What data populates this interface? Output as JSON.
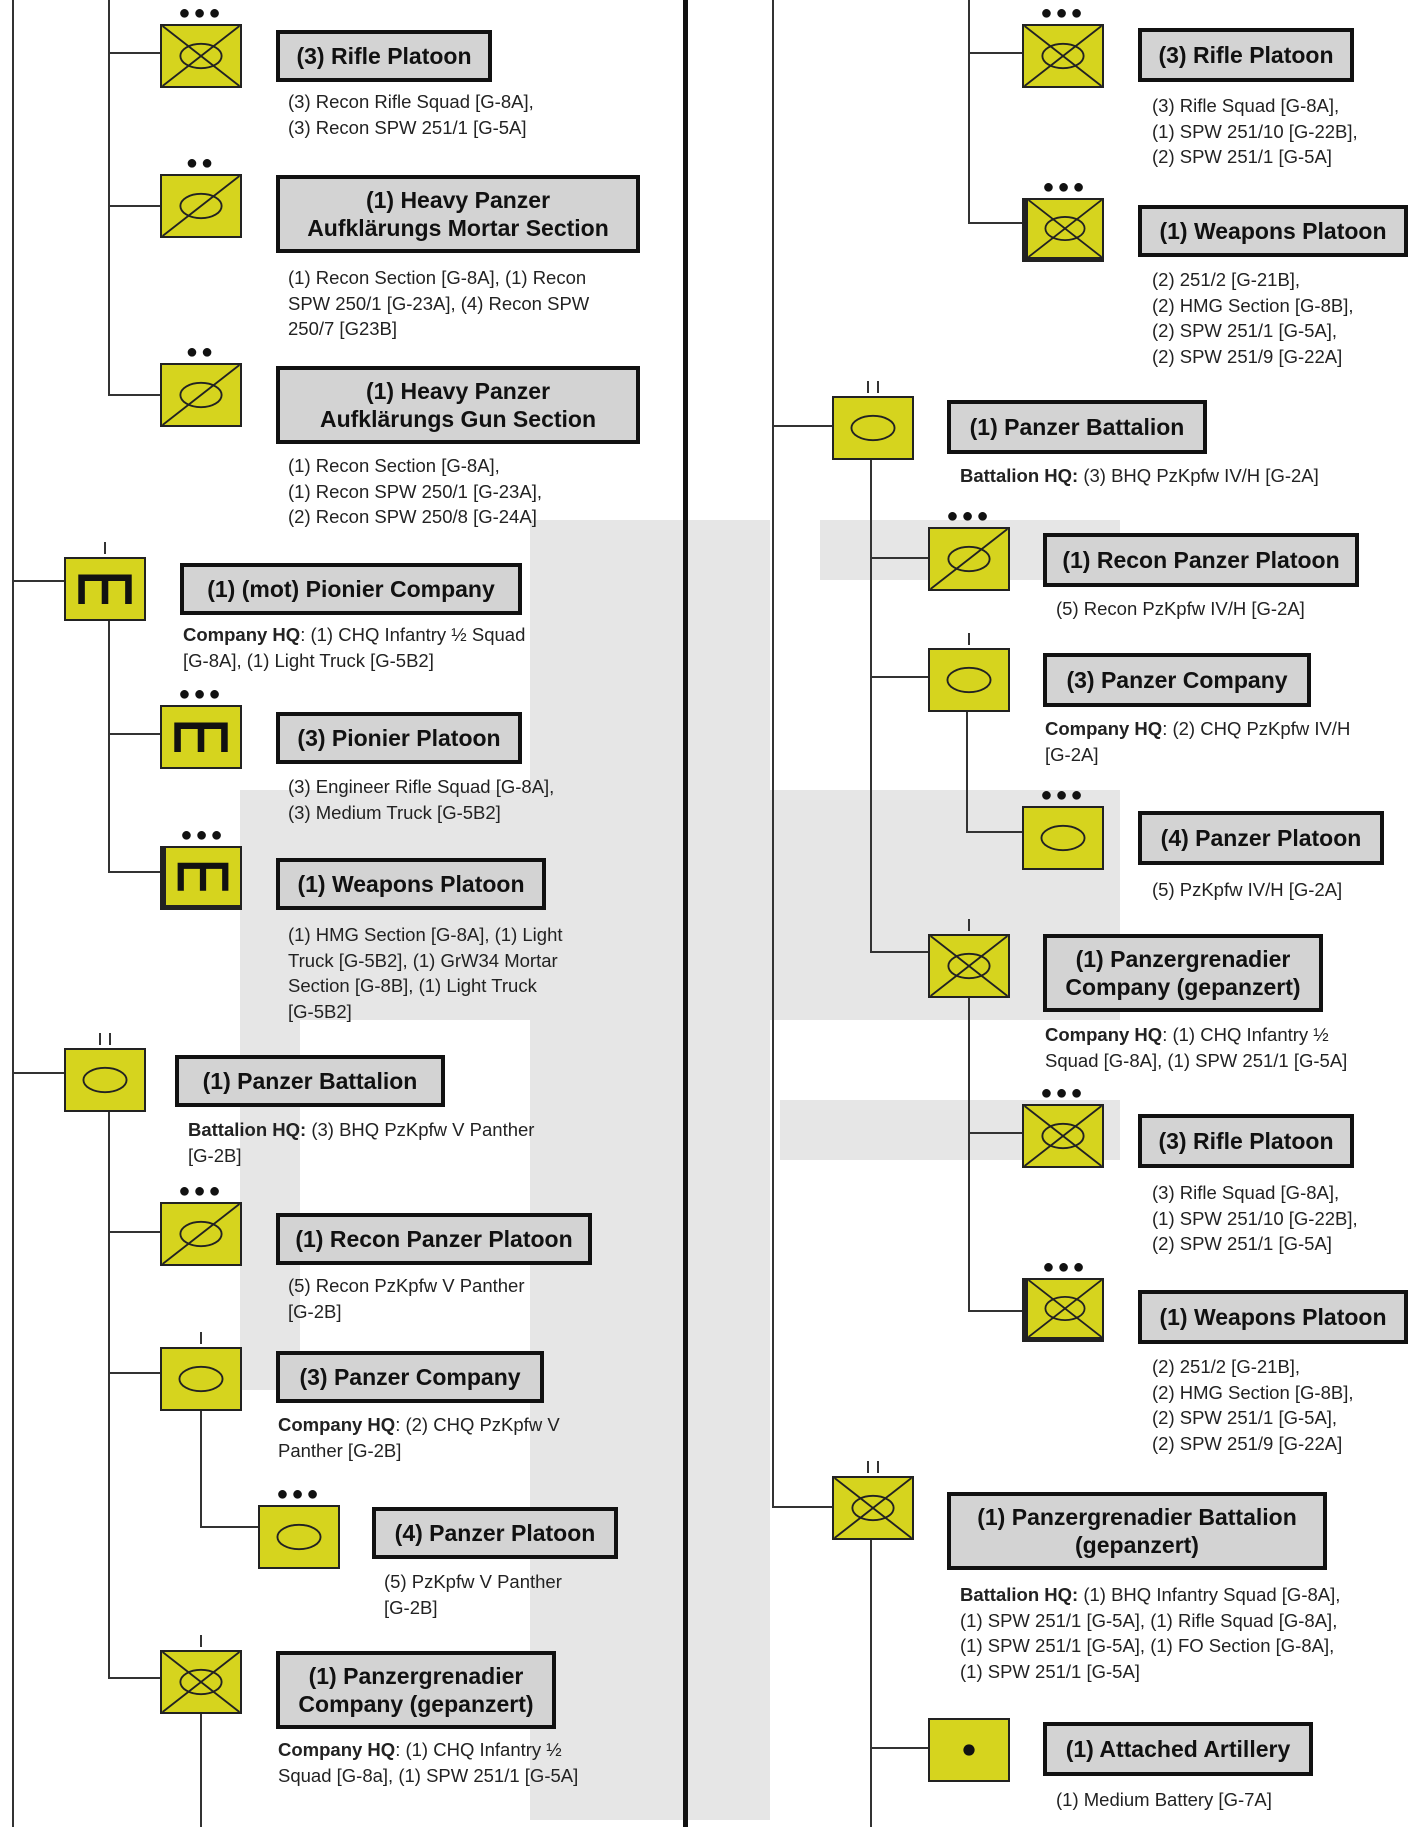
{
  "units": {
    "l_rifle": {
      "title": "(3) Rifle Platoon",
      "desc": "(3) Recon Rifle Squad [G-8A],\n(3) Recon SPW 251/1 [G-5A]"
    },
    "l_mortar": {
      "title": "(1) Heavy Panzer\nAufklärungs Mortar Section",
      "desc": "(1) Recon Section [G-8A], (1) Recon\nSPW 250/1 [G-23A], (4) Recon SPW\n250/7 [G23B]"
    },
    "l_gun": {
      "title": "(1) Heavy Panzer\nAufklärungs Gun Section",
      "desc": "(1) Recon Section [G-8A],\n(1) Recon SPW 250/1 [G-23A],\n(2) Recon SPW 250/8 [G-24A]"
    },
    "l_pionier_co": {
      "title": "(1) (mot) Pionier Company",
      "hq_label": "Company HQ",
      "desc": ": (1) CHQ Infantry ½ Squad\n[G-8A], (1) Light Truck [G-5B2]"
    },
    "l_pionier_plt": {
      "title": "(3) Pionier Platoon",
      "desc": "(3) Engineer Rifle Squad [G-8A],\n(3) Medium Truck [G-5B2]"
    },
    "l_weapons_plt": {
      "title": "(1) Weapons Platoon",
      "desc": "(1) HMG Section [G-8A], (1) Light\nTruck [G-5B2], (1) GrW34 Mortar\nSection [G-8B], (1) Light Truck\n[G-5B2]"
    },
    "l_pz_btn": {
      "title": "(1) Panzer Battalion",
      "hq_label": "Battalion HQ:",
      "desc": " (3) BHQ PzKpfw V Panther\n[G-2B]"
    },
    "l_recon_pz": {
      "title": "(1) Recon Panzer Platoon",
      "desc": "(5) Recon PzKpfw V Panther\n[G-2B]"
    },
    "l_pz_co": {
      "title": "(3) Panzer Company",
      "hq_label": "Company HQ",
      "desc": ": (2) CHQ PzKpfw V\nPanther [G-2B]"
    },
    "l_pz_plt": {
      "title": "(4) Panzer Platoon",
      "desc": "(5) PzKpfw V Panther\n[G-2B]"
    },
    "l_pzgren_co": {
      "title": "(1) Panzergrenadier\nCompany (gepanzert)",
      "hq_label": "Company HQ",
      "desc": ": (1) CHQ Infantry ½\nSquad [G-8a], (1) SPW 251/1 [G-5A]"
    },
    "r_rifle1": {
      "title": "(3) Rifle Platoon",
      "desc": "(3) Rifle Squad [G-8A],\n(1) SPW 251/10 [G-22B],\n(2) SPW 251/1 [G-5A]"
    },
    "r_weap1": {
      "title": "(1) Weapons Platoon",
      "desc": "(2) 251/2 [G-21B],\n(2) HMG Section [G-8B],\n(2) SPW 251/1 [G-5A],\n(2) SPW 251/9 [G-22A]"
    },
    "r_pz_btn": {
      "title": "(1) Panzer Battalion",
      "hq_label": "Battalion HQ:",
      "desc": " (3) BHQ PzKpfw IV/H [G-2A]"
    },
    "r_recon_pz": {
      "title": "(1) Recon Panzer Platoon",
      "desc": "(5) Recon PzKpfw IV/H [G-2A]"
    },
    "r_pz_co": {
      "title": "(3) Panzer Company",
      "hq_label": "Company HQ",
      "desc": ": (2) CHQ PzKpfw IV/H\n[G-2A]"
    },
    "r_pz_plt": {
      "title": "(4) Panzer Platoon",
      "desc": "(5) PzKpfw IV/H [G-2A]"
    },
    "r_pzgren_co": {
      "title": "(1) Panzergrenadier\nCompany (gepanzert)",
      "hq_label": "Company HQ",
      "desc": ": (1) CHQ Infantry ½\nSquad [G-8A], (1) SPW 251/1 [G-5A]"
    },
    "r_rifle2": {
      "title": "(3) Rifle Platoon",
      "desc": "(3) Rifle Squad [G-8A],\n(1) SPW 251/10 [G-22B],\n(2) SPW 251/1 [G-5A]"
    },
    "r_weap2": {
      "title": "(1) Weapons Platoon",
      "desc": "(2) 251/2 [G-21B],\n(2) HMG Section [G-8B],\n(2) SPW 251/1 [G-5A],\n(2) SPW 251/9 [G-22A]"
    },
    "r_pzgren_btn": {
      "title": "(1) Panzergrenadier Battalion\n(gepanzert)",
      "hq_label": "Battalion HQ:",
      "desc": " (1) BHQ Infantry Squad [G-8A],\n(1) SPW 251/1 [G-5A], (1) Rifle Squad [G-8A],\n(1) SPW 251/1 [G-5A], (1) FO Section [G-8A],\n(1) SPW 251/1 [G-5A]"
    },
    "r_artillery": {
      "title": "(1) Attached Artillery",
      "desc": "(1) Medium Battery [G-7A]"
    }
  },
  "symbols": {
    "colors": {
      "fill": "#d6d41e",
      "border": "#222222",
      "background_cross": "#e6e6e6"
    },
    "size_marks": {
      "platoon": "●●●",
      "section": "●●"
    }
  }
}
